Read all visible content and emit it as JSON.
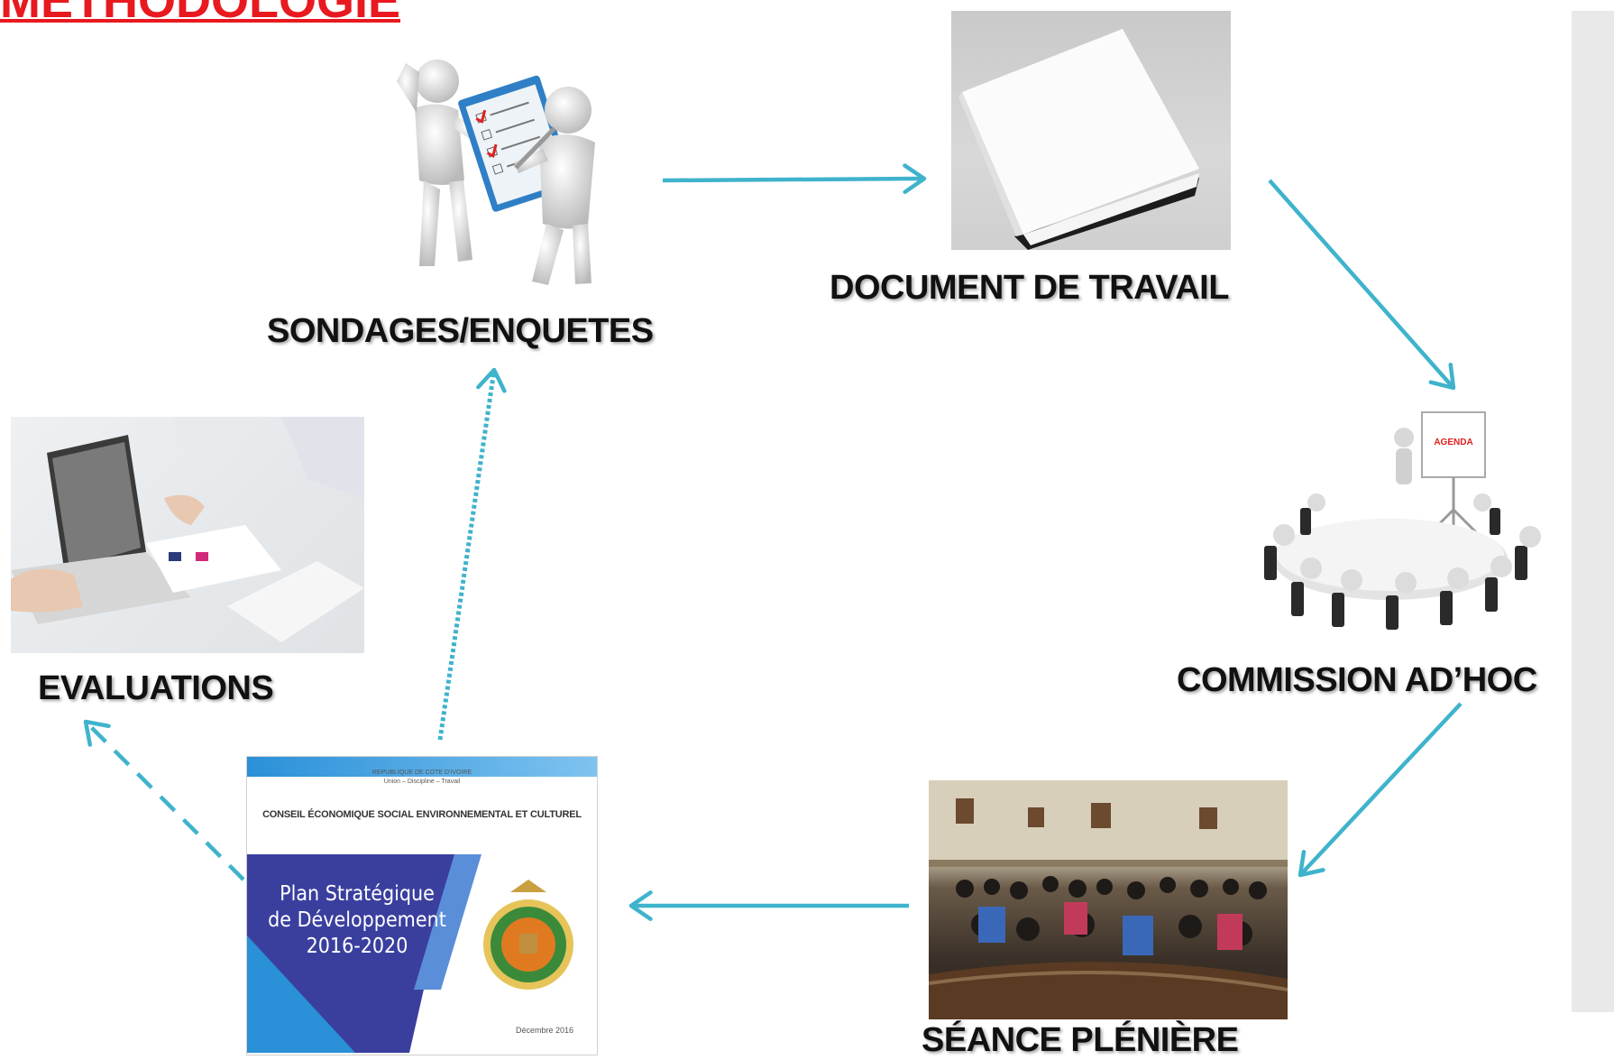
{
  "title": "METHODOLOGIE",
  "nodes": {
    "sondages": {
      "label": "SONDAGES/ENQUETES",
      "icon": "survey-figures-icon"
    },
    "document": {
      "label": "DOCUMENT DE TRAVAIL",
      "icon": "blank-book-icon"
    },
    "commission": {
      "label": "COMMISSION AD’HOC",
      "icon": "meeting-table-icon",
      "board_text": "AGENDA"
    },
    "seance": {
      "label": "SÉANCE PLÉNIÈRE",
      "icon": "assembly-hall-photo"
    },
    "plan": {
      "icon": "plan-document-cover",
      "republic": "REPUBLIQUE DE COTE D'IVOIRE",
      "motto": "Union – Discipline – Travail",
      "org": "CONSEIL ÉCONOMIQUE SOCIAL ENVIRONNEMENTAL ET CULTUREL",
      "plan_line1": "Plan Stratégique",
      "plan_line2": "de Développement",
      "plan_line3": "2016-2020",
      "date": "Décembre 2016"
    },
    "evaluations": {
      "label": "EVALUATIONS",
      "icon": "laptop-desk-photo"
    }
  },
  "colors": {
    "title": "#e8191f",
    "arrow": "#3fb3cc",
    "label": "#111111",
    "cover_blue": "#3a3f9e",
    "cover_accent": "#2a90d8"
  },
  "edges": [
    {
      "from": "sondages",
      "to": "document",
      "style": "solid"
    },
    {
      "from": "document",
      "to": "commission",
      "style": "solid"
    },
    {
      "from": "commission",
      "to": "seance",
      "style": "solid"
    },
    {
      "from": "seance",
      "to": "plan",
      "style": "solid"
    },
    {
      "from": "plan",
      "to": "evaluations",
      "style": "dashed"
    },
    {
      "from": "plan",
      "to": "sondages",
      "style": "dotted"
    }
  ]
}
